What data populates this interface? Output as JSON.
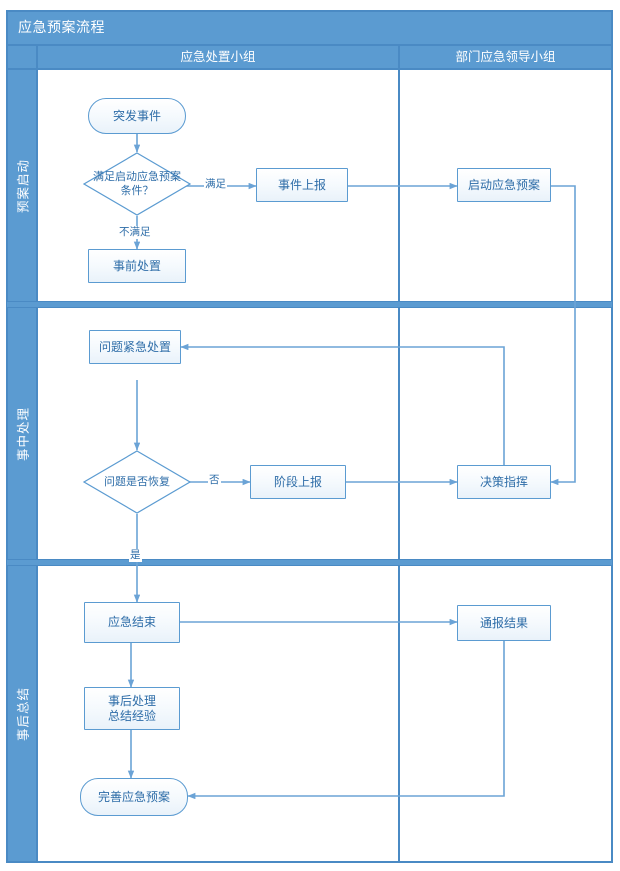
{
  "chart_data": {
    "type": "diagram",
    "diagram_kind": "cross-functional-flowchart-swimlane",
    "title": "应急预案流程",
    "columns": [
      "应急处置小组",
      "部门应急领导小组"
    ],
    "lanes": [
      "预案启动",
      "事中处理",
      "事后总结"
    ],
    "nodes": [
      {
        "id": "n1",
        "label": "突发事件",
        "shape": "terminator",
        "lane": "预案启动",
        "column": "应急处置小组"
      },
      {
        "id": "n2",
        "label": "满足启动应急预案条件？",
        "shape": "decision",
        "lane": "预案启动",
        "column": "应急处置小组"
      },
      {
        "id": "n3",
        "label": "事件上报",
        "shape": "process",
        "lane": "预案启动",
        "column": "应急处置小组"
      },
      {
        "id": "n4",
        "label": "事前处置",
        "shape": "process",
        "lane": "预案启动",
        "column": "应急处置小组"
      },
      {
        "id": "n5",
        "label": "启动应急预案",
        "shape": "process",
        "lane": "预案启动",
        "column": "部门应急领导小组"
      },
      {
        "id": "n6",
        "label": "问题紧急处置",
        "shape": "process",
        "lane": "事中处理",
        "column": "应急处置小组"
      },
      {
        "id": "n7",
        "label": "问题是否恢复",
        "shape": "decision",
        "lane": "事中处理",
        "column": "应急处置小组"
      },
      {
        "id": "n8",
        "label": "阶段上报",
        "shape": "process",
        "lane": "事中处理",
        "column": "应急处置小组"
      },
      {
        "id": "n9",
        "label": "决策指挥",
        "shape": "process",
        "lane": "事中处理",
        "column": "部门应急领导小组"
      },
      {
        "id": "n10",
        "label": "应急结束",
        "shape": "process",
        "lane": "事后总结",
        "column": "应急处置小组"
      },
      {
        "id": "n11",
        "label": "事后处理\n总结经验",
        "shape": "process",
        "lane": "事后总结",
        "column": "应急处置小组"
      },
      {
        "id": "n12",
        "label": "完善应急预案",
        "shape": "terminator",
        "lane": "事后总结",
        "column": "应急处置小组"
      },
      {
        "id": "n13",
        "label": "通报结果",
        "shape": "process",
        "lane": "事后总结",
        "column": "部门应急领导小组"
      }
    ],
    "edges": [
      {
        "from": "n1",
        "to": "n2",
        "label": ""
      },
      {
        "from": "n2",
        "to": "n3",
        "label": "满足"
      },
      {
        "from": "n2",
        "to": "n4",
        "label": "不满足"
      },
      {
        "from": "n3",
        "to": "n5",
        "label": ""
      },
      {
        "from": "n5",
        "to": "n9",
        "label": ""
      },
      {
        "from": "n6",
        "to": "n7",
        "label": ""
      },
      {
        "from": "n7",
        "to": "n8",
        "label": "否"
      },
      {
        "from": "n7",
        "to": "n10",
        "label": "是"
      },
      {
        "from": "n8",
        "to": "n9",
        "label": ""
      },
      {
        "from": "n9",
        "to": "n6",
        "label": ""
      },
      {
        "from": "n10",
        "to": "n11",
        "label": ""
      },
      {
        "from": "n10",
        "to": "n13",
        "label": ""
      },
      {
        "from": "n11",
        "to": "n12",
        "label": ""
      },
      {
        "from": "n13",
        "to": "n12",
        "label": ""
      }
    ],
    "colors": {
      "header_fill": "#5b9bd1",
      "header_text": "#ffffff",
      "node_border": "#5b9bd1",
      "node_text": "#2e6da8",
      "connector": "#4a8ac4",
      "frame_border": "#4a8ac4",
      "background": "#ffffff"
    }
  },
  "header": {
    "title": "应急预案流程",
    "col_corner": "",
    "col_1": "应急处置小组",
    "col_2": "部门应急领导小组"
  },
  "lanes": {
    "lane1_label": "预案启动",
    "lane2_label": "事中处理",
    "lane3_label": "事后总结"
  },
  "nodes": {
    "n1_label": "突发事件",
    "n2_label": "满足启动应急预案条件？",
    "n3_label": "事件上报",
    "n4_label": "事前处置",
    "n5_label": "启动应急预案",
    "n6_label": "问题紧急处置",
    "n7_label": "问题是否恢复",
    "n8_label": "阶段上报",
    "n9_label": "决策指挥",
    "n10_label": "应急结束",
    "n11_line1": "事后处理",
    "n11_line2": "总结经验",
    "n12_label": "完善应急预案",
    "n13_label": "通报结果"
  },
  "edge_labels": {
    "e_yes_start": "满足",
    "e_no_start": "不满足",
    "e_no_recover": "否",
    "e_yes_recover": "是"
  }
}
